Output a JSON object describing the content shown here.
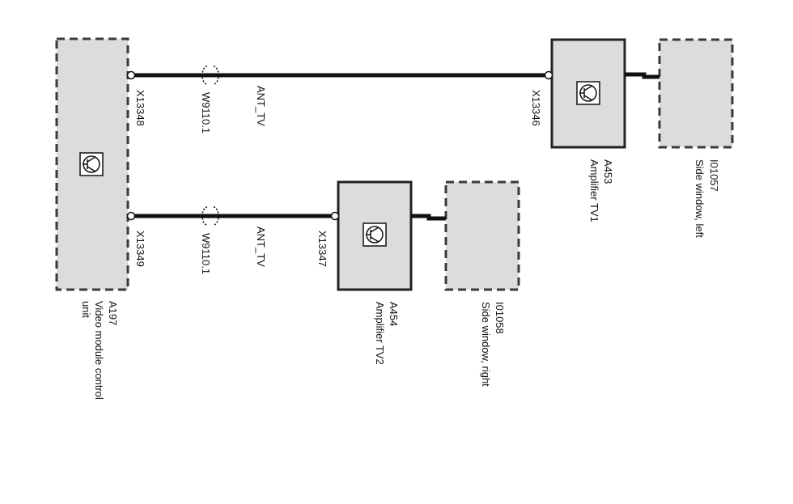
{
  "components": {
    "a197": {
      "id": "A197",
      "name_line1": "Video module control",
      "name_line2": "unit"
    },
    "a453": {
      "id": "A453",
      "name": "Amplifier TV1"
    },
    "a454": {
      "id": "A454",
      "name": "Amplifier TV2"
    },
    "i01057": {
      "id": "I01057",
      "name": "Side window, left"
    },
    "i01058": {
      "id": "I01058",
      "name": "Side window, right"
    }
  },
  "connectors": {
    "x13348": "X13348",
    "x13349": "X13349",
    "x13346": "X13346",
    "x13347": "X13347"
  },
  "wires": {
    "top": {
      "splice": "W9110.1",
      "signal": "ANT_TV"
    },
    "bottom": {
      "splice": "W9110.1",
      "signal": "ANT_TV"
    }
  },
  "icons": {
    "module_icon": "transistor-icon"
  }
}
